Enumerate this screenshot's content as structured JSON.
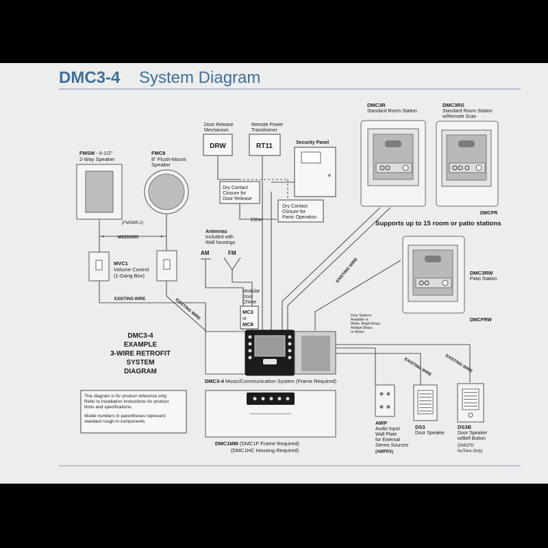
{
  "header": {
    "model": "DMC3-4",
    "title": "System Diagram"
  },
  "speakers": {
    "fmsm_name": "FMSM",
    "fmsm_desc1": " - 6-1/2\"",
    "fmsm_desc2": "2-Way Speaker",
    "fmsm_rough": "(FMSMR-2)",
    "fmc8_name": "FMC8",
    "fmc8_desc1": "8\" Flush-Mount",
    "fmc8_desc2": "Speaker",
    "ms_wire": "MS25X55C",
    "mvc1_name": "MVC1",
    "mvc1_desc1": "Volume Control",
    "mvc1_desc2": "(1-Gang Box)",
    "existing_wire": "EXISTING WIRE"
  },
  "door": {
    "release_l1": "Door Release",
    "release_l2": "Mechanism",
    "drw": "DRW",
    "power_l1": "Remote Power",
    "power_l2": "Transformer",
    "rt11": "RT11",
    "security": "Security Panel",
    "dry1_l1": "Dry Contact",
    "dry1_l2": "Closure for",
    "dry1_l3": "Door Release",
    "dry2_l1": "Dry Contact",
    "dry2_l2": "Closure for",
    "dry2_l3": "Panic Operation",
    "either": "Either"
  },
  "antennas": {
    "l1": "Antennas",
    "l2": "Included with",
    "l3": "Wall housings",
    "am": "AM",
    "fm": "FM"
  },
  "chime": {
    "l1": "Modular",
    "l2": "Door",
    "l3": "Chime",
    "mc3": "MC3",
    "or": "or",
    "mc8": "MC8"
  },
  "stations": {
    "dmc3r": "DMC3R",
    "dmc3r_desc": "Standard Room Station",
    "dmc3rs": "DMC3RS",
    "dmc3rs_desc1": "Standard Room Station",
    "dmc3rs_desc2": "w/Remote Scan",
    "dmcfr": "DMCFR",
    "supports": "Supports up to 15 room or patio stations",
    "dmc3rw": "DMC3RW",
    "dmc3rw_desc": "Patio Station",
    "dmcfrw": "DMCFRW",
    "finish_l1": "Door Stations",
    "finish_l2": "Available in",
    "finish_l3": "White, Bright Brass,",
    "finish_l4": "Antique Brass,",
    "finish_l5": "or Nickel"
  },
  "example": {
    "l1": "DMC3-4",
    "l2": "EXAMPLE",
    "l3": "3-WIRE RETROFIT",
    "l4": "SYSTEM",
    "l5": "DIAGRAM"
  },
  "main_unit": {
    "name": "DMC3-4",
    "desc": " Music/Communication System (Frame Required)"
  },
  "notes": {
    "p1_l1": "This diagram is for product reference only.",
    "p1_l2": "Refer to installation instructions for product",
    "p1_l3": "limits and specifications.",
    "p2_l1": "Model numbers in parentheses represent",
    "p2_l2": "standard rough-in components."
  },
  "dmc1mm": {
    "name": "DMC1MM",
    "l1": " (DMC1F Frame Required)",
    "l2": "(DMC1HC Housing Required)"
  },
  "awp": {
    "name": "AWP",
    "l1": "Audio Input",
    "l2": "Wall Plate",
    "l3": "for External",
    "l4": "Stereo Sources",
    "l5": "(AWPRX)"
  },
  "ds3": {
    "name": "DS3",
    "l1": "Door Speaker"
  },
  "ds3b": {
    "name": "DS3B",
    "l1": "Door Speaker",
    "l2": "w/Bell Button",
    "l3": "(DMCFD",
    "l4": "NuTone Only)"
  },
  "colors": {
    "title_blue": "#3f6f9a",
    "paper": "#eceded",
    "line": "#444444",
    "unit_black": "#1c1c1c"
  }
}
